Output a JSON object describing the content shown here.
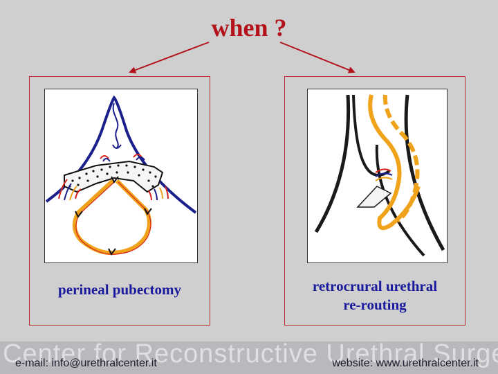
{
  "slide": {
    "title": "when ?",
    "accent_color": "#b3121b",
    "caption_color": "#1a1a9c"
  },
  "panels": [
    {
      "caption_lines": [
        "perineal pubectomy"
      ],
      "illustration": "surgical-diagram-perineal-pubectomy"
    },
    {
      "caption_lines": [
        "retrocrural urethral",
        "re-routing"
      ],
      "illustration": "surgical-diagram-retrocrural-rerouting"
    }
  ],
  "footer": {
    "wordmark": "Center for Reconstructive Urethral Surgery",
    "email": "e-mail: info@urethralcenter.it",
    "website": "website: www.urethralcenter.it"
  }
}
